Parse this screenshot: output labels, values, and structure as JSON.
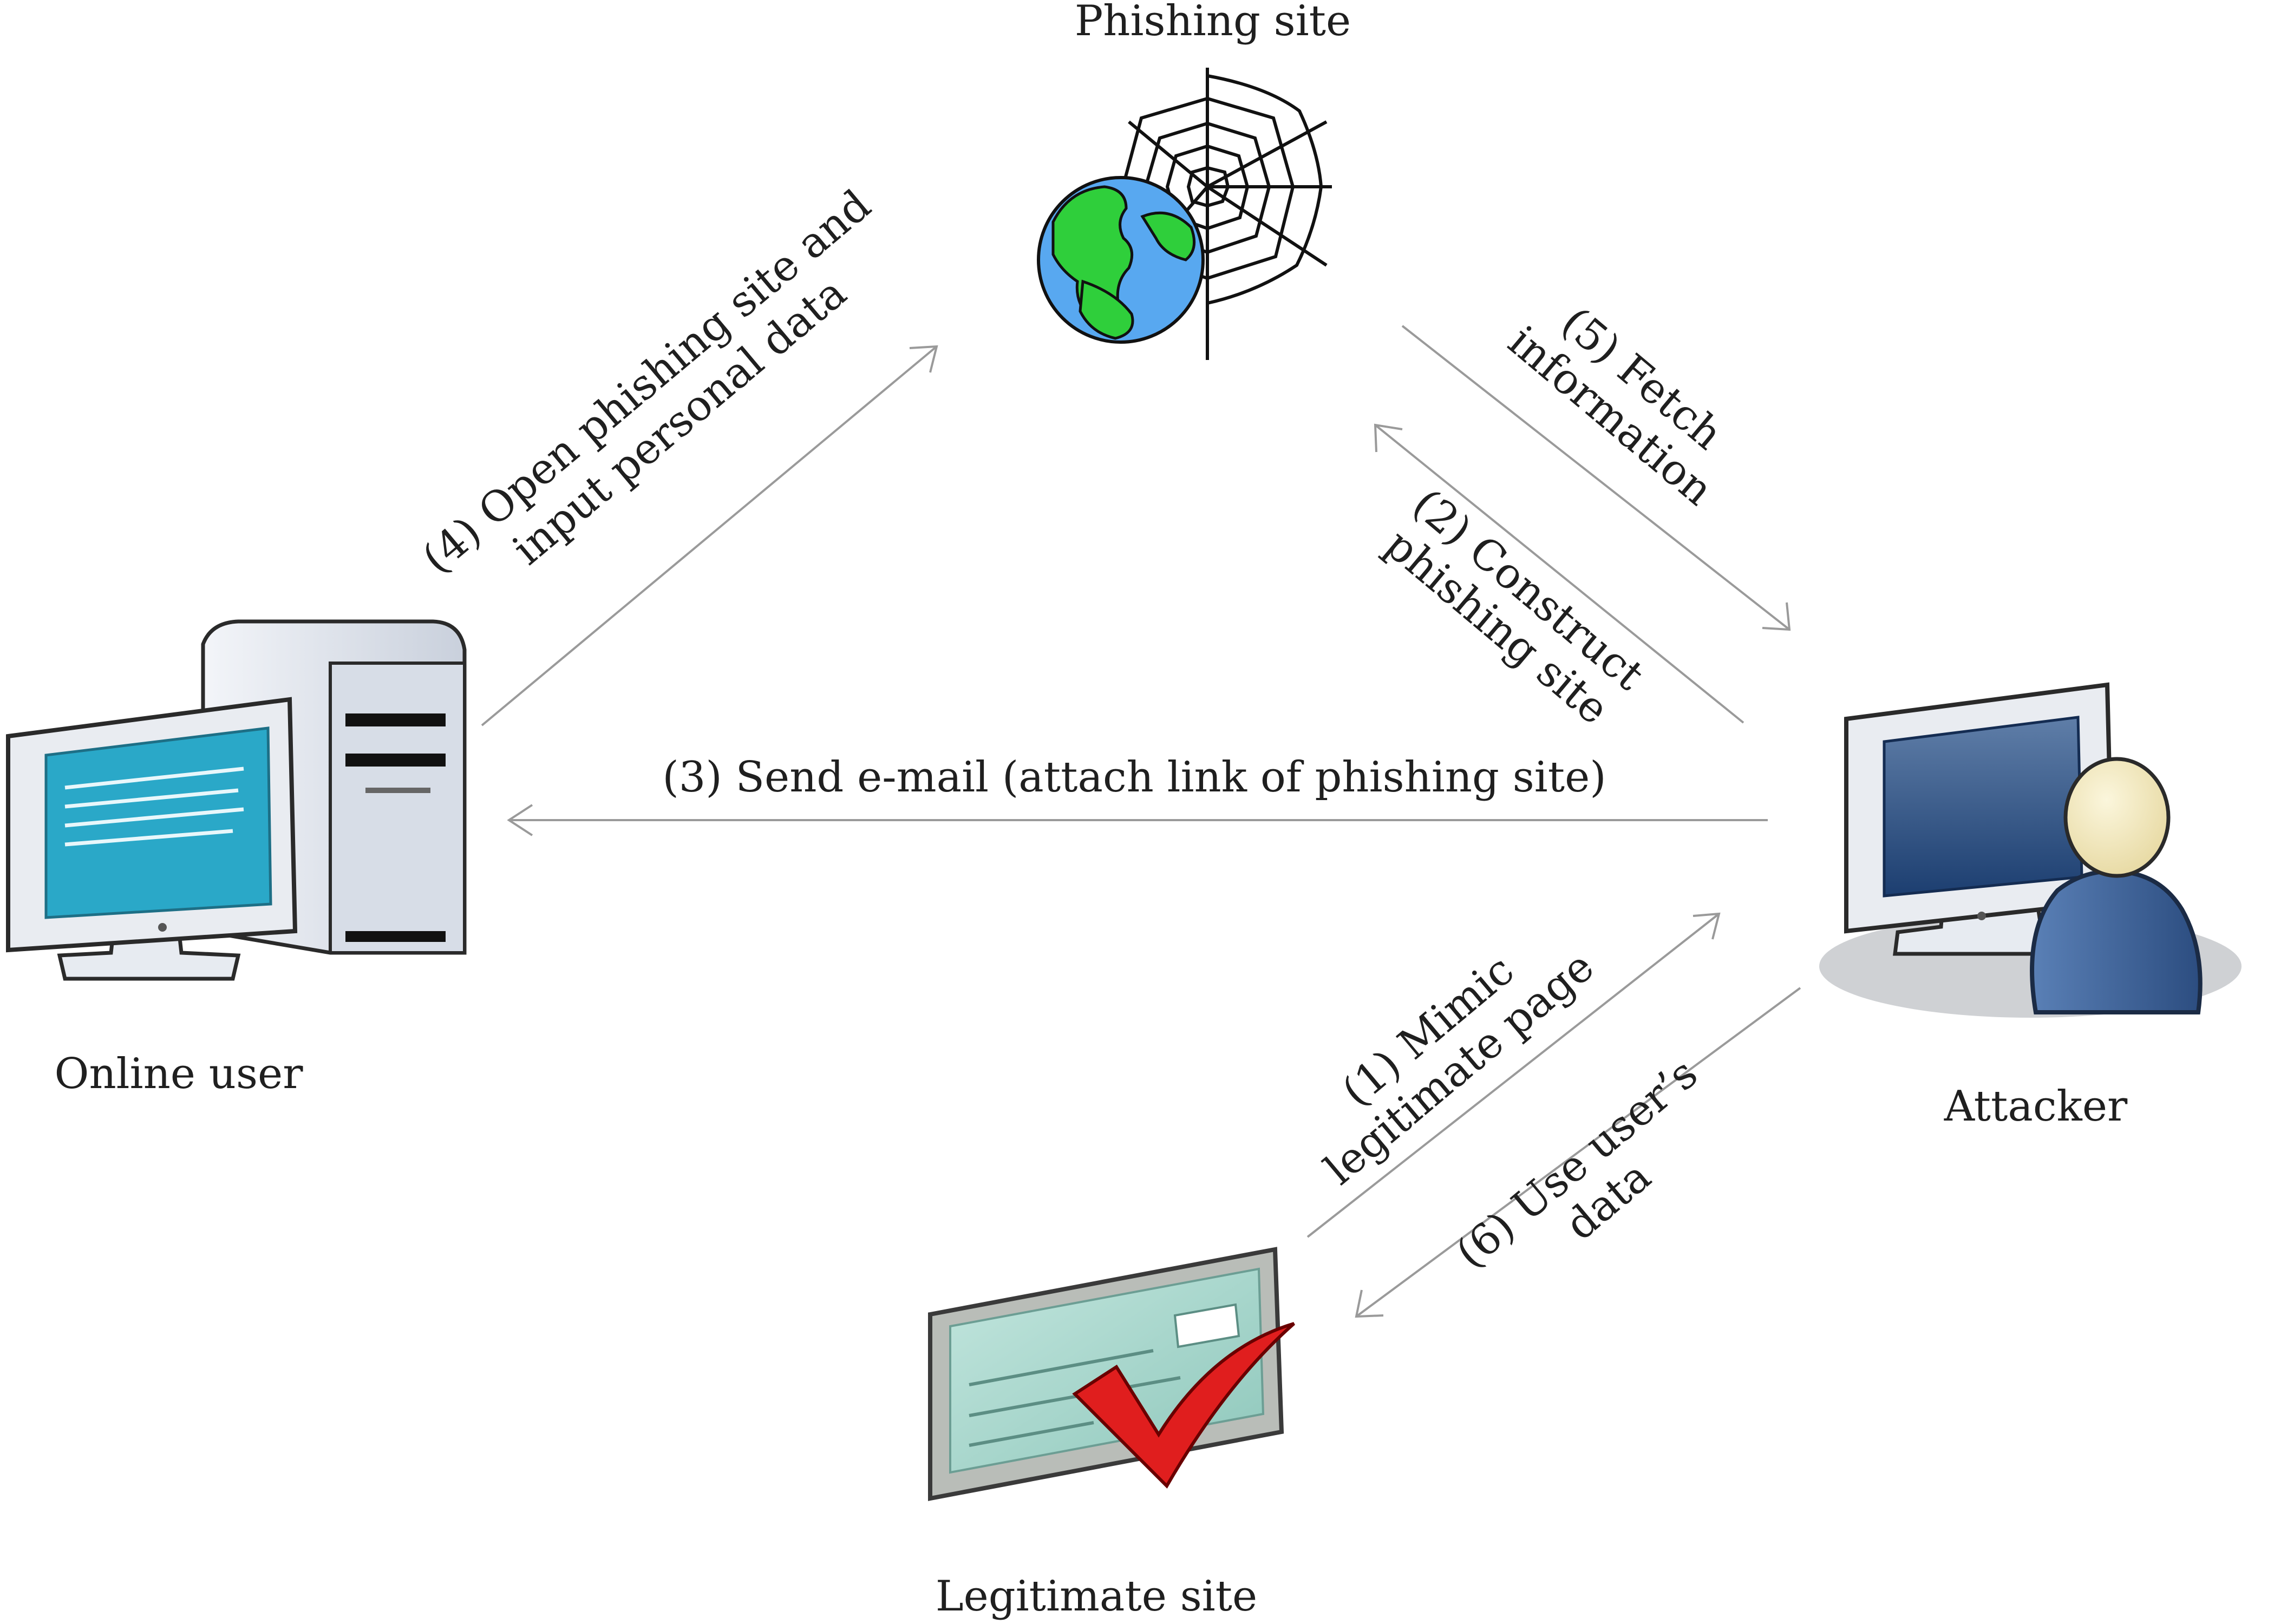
{
  "nodes": {
    "phishing_site": "Phishing site",
    "online_user": "Online user",
    "attacker": "Attacker",
    "legitimate_site": "Legitimate site"
  },
  "steps": {
    "step1_line1": "(1) Mimic",
    "step1_line2": "legitimate page",
    "step2_line1": "(2) Construct",
    "step2_line2": "phishing site",
    "step3": "(3) Send e-mail (attach link of phishing site)",
    "step4_line1": "(4) Open phishing site and",
    "step4_line2": "input personal data",
    "step5_line1": "(5) Fetch",
    "step5_line2": "information",
    "step6_line1": "(6) Use user’s",
    "step6_line2": "data"
  },
  "icons": {
    "phishing_site": "globe-with-spiderweb-icon",
    "online_user": "desktop-computer-icon",
    "attacker": "attacker-workstation-icon",
    "legitimate_site": "checked-document-icon"
  },
  "colors": {
    "arrow": "#9a9a9a",
    "text": "#1f1f1f",
    "ocean": "#58a8f0",
    "land": "#2fcf3b",
    "screen_teal": "#2aa8c8",
    "tower": "#e3e7ef",
    "attacker_screen": "#1c3e70",
    "attacker_body": "#3f6498",
    "attacker_head": "#f3e9bf",
    "document": "#a9d6cd",
    "checkmark": "#e01e1e"
  }
}
